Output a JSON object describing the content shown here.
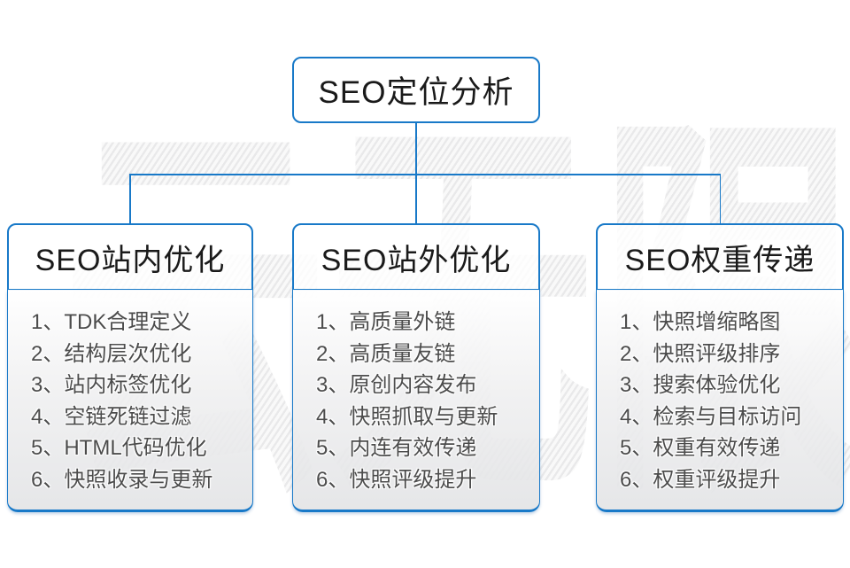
{
  "diagram": {
    "root": {
      "title": "SEO定位分析"
    },
    "watermark": "云无限",
    "columns": [
      {
        "title": "SEO站内优化",
        "items": [
          "1、TDK合理定义",
          "2、结构层次优化",
          "3、站内标签优化",
          "4、空链死链过滤",
          "5、HTML代码优化",
          "6、快照收录与更新"
        ]
      },
      {
        "title": "SEO站外优化",
        "items": [
          "1、高质量外链",
          "2、高质量友链",
          "3、原创内容发布",
          "4、快照抓取与更新",
          "5、内连有效传递",
          "6、快照评级提升"
        ]
      },
      {
        "title": "SEO权重传递",
        "items": [
          "1、快照增缩略图",
          "2、快照评级排序",
          "3、搜索体验优化",
          "4、检索与目标访问",
          "5、权重有效传递",
          "6、权重评级提升"
        ]
      }
    ],
    "colors": {
      "accent": "#1879c8",
      "header_text": "#1a1a1a",
      "list_text": "#4c4c4c",
      "watermark_gray": "#e9e9ea"
    }
  }
}
